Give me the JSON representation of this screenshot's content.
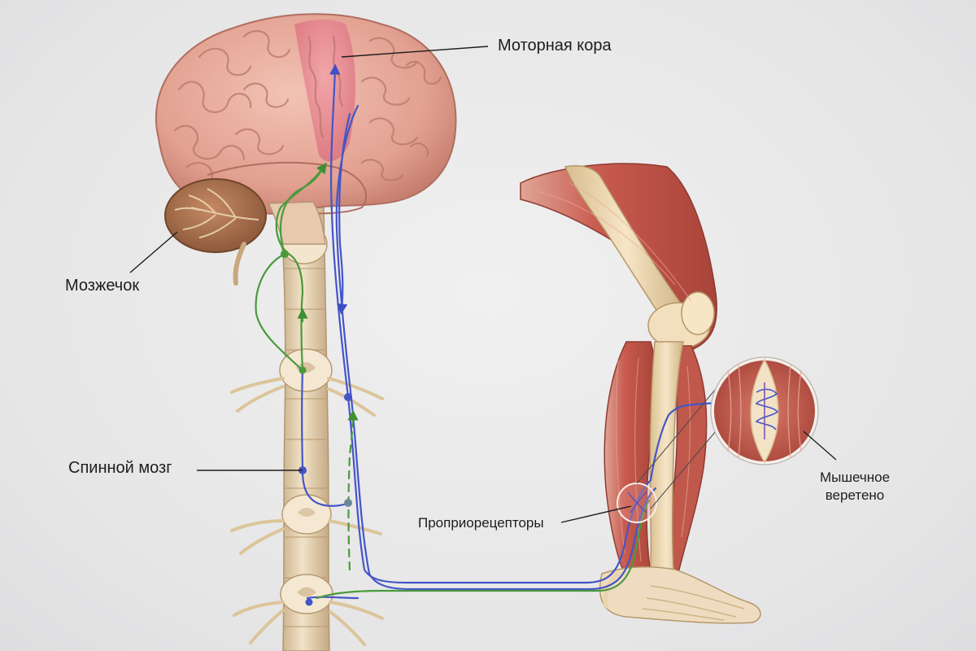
{
  "labels": {
    "motor_cortex": "Моторная кора",
    "cerebellum": "Мозжечок",
    "spinal_cord": "Спинной мозг",
    "proprioceptors": "Проприорецепторы",
    "muscle_spindle_line1": "Мышечное",
    "muscle_spindle_line2": "веретено"
  },
  "colors": {
    "background": "#e8e8e9",
    "brain": "#e6a99d",
    "motor_cortex": "#e58a94",
    "cerebellum": "#a46b4b",
    "spinal_cord": "#ead8bd",
    "muscle": "#c6574c",
    "bone": "#ead3ac",
    "motor_pathway": "#4455c8",
    "sensory_pathway": "#4a9a3c"
  }
}
